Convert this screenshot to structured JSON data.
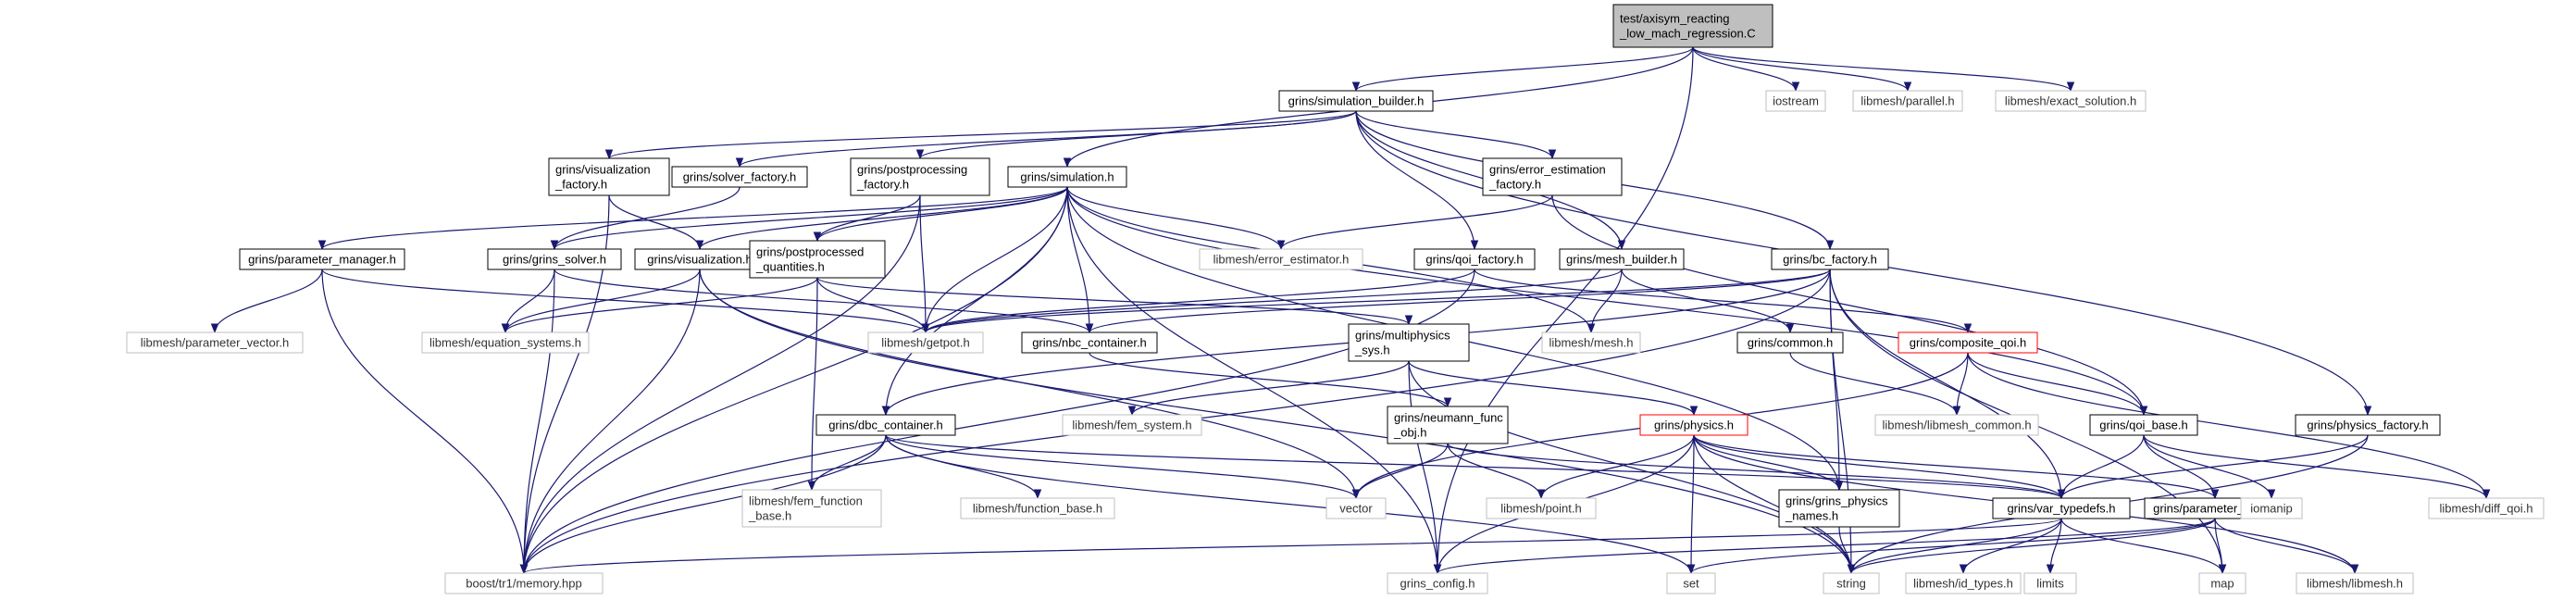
{
  "nodes": [
    {
      "id": "root",
      "lines": [
        "test/axisym_reacting",
        "_low_mach_regression.C"
      ],
      "style": "root"
    },
    {
      "id": "simulation_builder",
      "lines": [
        "grins/simulation_builder.h"
      ],
      "style": "doc"
    },
    {
      "id": "iostream",
      "lines": [
        "iostream"
      ],
      "style": "ext"
    },
    {
      "id": "parallel",
      "lines": [
        "libmesh/parallel.h"
      ],
      "style": "ext"
    },
    {
      "id": "exact_solution",
      "lines": [
        "libmesh/exact_solution.h"
      ],
      "style": "ext"
    },
    {
      "id": "visualization_factory",
      "lines": [
        "grins/visualization",
        "_factory.h"
      ],
      "style": "doc"
    },
    {
      "id": "solver_factory",
      "lines": [
        "grins/solver_factory.h"
      ],
      "style": "doc"
    },
    {
      "id": "postprocessing_factory",
      "lines": [
        "grins/postprocessing",
        "_factory.h"
      ],
      "style": "doc"
    },
    {
      "id": "simulation",
      "lines": [
        "grins/simulation.h"
      ],
      "style": "doc"
    },
    {
      "id": "error_estimation_factory",
      "lines": [
        "grins/error_estimation",
        "_factory.h"
      ],
      "style": "doc"
    },
    {
      "id": "parameter_manager",
      "lines": [
        "grins/parameter_manager.h"
      ],
      "style": "doc"
    },
    {
      "id": "grins_solver",
      "lines": [
        "grins/grins_solver.h"
      ],
      "style": "doc"
    },
    {
      "id": "visualization",
      "lines": [
        "grins/visualization.h"
      ],
      "style": "doc"
    },
    {
      "id": "postprocessed_quantities",
      "lines": [
        "grins/postprocessed",
        "_quantities.h"
      ],
      "style": "doc"
    },
    {
      "id": "error_estimator",
      "lines": [
        "libmesh/error_estimator.h"
      ],
      "style": "ext"
    },
    {
      "id": "qoi_factory",
      "lines": [
        "grins/qoi_factory.h"
      ],
      "style": "doc"
    },
    {
      "id": "mesh_builder",
      "lines": [
        "grins/mesh_builder.h"
      ],
      "style": "doc"
    },
    {
      "id": "bc_factory",
      "lines": [
        "grins/bc_factory.h"
      ],
      "style": "doc"
    },
    {
      "id": "parameter_vector",
      "lines": [
        "libmesh/parameter_vector.h"
      ],
      "style": "ext"
    },
    {
      "id": "equation_systems",
      "lines": [
        "libmesh/equation_systems.h"
      ],
      "style": "ext"
    },
    {
      "id": "getpot",
      "lines": [
        "libmesh/getpot.h"
      ],
      "style": "ext"
    },
    {
      "id": "nbc_container",
      "lines": [
        "grins/nbc_container.h"
      ],
      "style": "doc"
    },
    {
      "id": "multiphysics_sys",
      "lines": [
        "grins/multiphysics",
        "_sys.h"
      ],
      "style": "doc"
    },
    {
      "id": "mesh",
      "lines": [
        "libmesh/mesh.h"
      ],
      "style": "ext"
    },
    {
      "id": "common",
      "lines": [
        "grins/common.h"
      ],
      "style": "doc"
    },
    {
      "id": "composite_qoi",
      "lines": [
        "grins/composite_qoi.h"
      ],
      "style": "red"
    },
    {
      "id": "fem_system",
      "lines": [
        "libmesh/fem_system.h"
      ],
      "style": "ext"
    },
    {
      "id": "neumann_func_obj",
      "lines": [
        "grins/neumann_func",
        "_obj.h"
      ],
      "style": "doc"
    },
    {
      "id": "libmesh_common",
      "lines": [
        "libmesh/libmesh_common.h"
      ],
      "style": "ext"
    },
    {
      "id": "dbc_container",
      "lines": [
        "grins/dbc_container.h"
      ],
      "style": "doc"
    },
    {
      "id": "physics",
      "lines": [
        "grins/physics.h"
      ],
      "style": "red"
    },
    {
      "id": "qoi_base",
      "lines": [
        "grins/qoi_base.h"
      ],
      "style": "doc"
    },
    {
      "id": "physics_factory",
      "lines": [
        "grins/physics_factory.h"
      ],
      "style": "doc"
    },
    {
      "id": "fem_function_base",
      "lines": [
        "libmesh/fem_function",
        "_base.h"
      ],
      "style": "ext"
    },
    {
      "id": "function_base",
      "lines": [
        "libmesh/function_base.h"
      ],
      "style": "ext"
    },
    {
      "id": "vector",
      "lines": [
        "vector"
      ],
      "style": "ext"
    },
    {
      "id": "point",
      "lines": [
        "libmesh/point.h"
      ],
      "style": "ext"
    },
    {
      "id": "grins_physics_names",
      "lines": [
        "grins/grins_physics",
        "_names.h"
      ],
      "style": "doc"
    },
    {
      "id": "var_typedefs",
      "lines": [
        "grins/var_typedefs.h"
      ],
      "style": "doc"
    },
    {
      "id": "parameter_user",
      "lines": [
        "grins/parameter_user.h"
      ],
      "style": "doc"
    },
    {
      "id": "iomanip",
      "lines": [
        "iomanip"
      ],
      "style": "ext"
    },
    {
      "id": "diff_qoi",
      "lines": [
        "libmesh/diff_qoi.h"
      ],
      "style": "ext"
    },
    {
      "id": "tr1_memory",
      "lines": [
        "boost/tr1/memory.hpp"
      ],
      "style": "ext"
    },
    {
      "id": "grins_config",
      "lines": [
        "grins_config.h"
      ],
      "style": "ext"
    },
    {
      "id": "set",
      "lines": [
        "set"
      ],
      "style": "ext"
    },
    {
      "id": "string",
      "lines": [
        "string"
      ],
      "style": "ext"
    },
    {
      "id": "id_types",
      "lines": [
        "libmesh/id_types.h"
      ],
      "style": "ext"
    },
    {
      "id": "limits",
      "lines": [
        "limits"
      ],
      "style": "ext"
    },
    {
      "id": "map",
      "lines": [
        "map"
      ],
      "style": "ext"
    },
    {
      "id": "libmesh",
      "lines": [
        "libmesh/libmesh.h"
      ],
      "style": "ext"
    }
  ],
  "edges": [
    [
      "root",
      "simulation_builder"
    ],
    [
      "root",
      "iostream"
    ],
    [
      "root",
      "parallel"
    ],
    [
      "root",
      "exact_solution"
    ],
    [
      "root",
      "simulation"
    ],
    [
      "root",
      "grins_config"
    ],
    [
      "simulation_builder",
      "visualization_factory"
    ],
    [
      "simulation_builder",
      "solver_factory"
    ],
    [
      "simulation_builder",
      "postprocessing_factory"
    ],
    [
      "simulation_builder",
      "error_estimation_factory"
    ],
    [
      "simulation_builder",
      "qoi_factory"
    ],
    [
      "simulation_builder",
      "mesh_builder"
    ],
    [
      "simulation_builder",
      "bc_factory"
    ],
    [
      "simulation_builder",
      "physics_factory"
    ],
    [
      "visualization_factory",
      "visualization"
    ],
    [
      "visualization_factory",
      "tr1_memory"
    ],
    [
      "solver_factory",
      "grins_solver"
    ],
    [
      "postprocessing_factory",
      "postprocessed_quantities"
    ],
    [
      "postprocessing_factory",
      "getpot"
    ],
    [
      "postprocessing_factory",
      "tr1_memory"
    ],
    [
      "simulation",
      "parameter_manager"
    ],
    [
      "simulation",
      "grins_solver"
    ],
    [
      "simulation",
      "visualization"
    ],
    [
      "simulation",
      "postprocessed_quantities"
    ],
    [
      "simulation",
      "error_estimator"
    ],
    [
      "simulation",
      "getpot"
    ],
    [
      "simulation",
      "nbc_container"
    ],
    [
      "simulation",
      "dbc_container"
    ],
    [
      "simulation",
      "mesh"
    ],
    [
      "simulation",
      "qoi_base"
    ],
    [
      "simulation",
      "grins_physics_names"
    ],
    [
      "simulation",
      "tr1_memory"
    ],
    [
      "simulation",
      "grins_config"
    ],
    [
      "error_estimation_factory",
      "error_estimator"
    ],
    [
      "error_estimation_factory",
      "qoi_base"
    ],
    [
      "parameter_manager",
      "parameter_vector"
    ],
    [
      "parameter_manager",
      "getpot"
    ],
    [
      "parameter_manager",
      "tr1_memory"
    ],
    [
      "grins_solver",
      "equation_systems"
    ],
    [
      "grins_solver",
      "nbc_container"
    ],
    [
      "grins_solver",
      "tr1_memory"
    ],
    [
      "visualization",
      "equation_systems"
    ],
    [
      "visualization",
      "tr1_memory"
    ],
    [
      "visualization",
      "vector"
    ],
    [
      "visualization",
      "string"
    ],
    [
      "postprocessed_quantities",
      "getpot"
    ],
    [
      "postprocessed_quantities",
      "equation_systems"
    ],
    [
      "postprocessed_quantities",
      "multiphysics_sys"
    ],
    [
      "postprocessed_quantities",
      "fem_function_base"
    ],
    [
      "qoi_factory",
      "getpot"
    ],
    [
      "qoi_factory",
      "composite_qoi"
    ],
    [
      "qoi_factory",
      "tr1_memory"
    ],
    [
      "mesh_builder",
      "getpot"
    ],
    [
      "mesh_builder",
      "mesh"
    ],
    [
      "mesh_builder",
      "common"
    ],
    [
      "bc_factory",
      "getpot"
    ],
    [
      "bc_factory",
      "nbc_container"
    ],
    [
      "bc_factory",
      "dbc_container"
    ],
    [
      "bc_factory",
      "grins_physics_names"
    ],
    [
      "bc_factory",
      "var_typedefs"
    ],
    [
      "bc_factory",
      "map"
    ],
    [
      "bc_factory",
      "string"
    ],
    [
      "bc_factory",
      "tr1_memory"
    ],
    [
      "nbc_container",
      "neumann_func_obj"
    ],
    [
      "multiphysics_sys",
      "fem_system"
    ],
    [
      "multiphysics_sys",
      "physics"
    ],
    [
      "multiphysics_sys",
      "grins_config"
    ],
    [
      "multiphysics_sys",
      "string"
    ],
    [
      "common",
      "libmesh_common"
    ],
    [
      "composite_qoi",
      "libmesh_common"
    ],
    [
      "composite_qoi",
      "qoi_base"
    ],
    [
      "composite_qoi",
      "diff_qoi"
    ],
    [
      "composite_qoi",
      "vector"
    ],
    [
      "neumann_func_obj",
      "vector"
    ],
    [
      "neumann_func_obj",
      "point"
    ],
    [
      "neumann_func_obj",
      "var_typedefs"
    ],
    [
      "dbc_container",
      "fem_function_base"
    ],
    [
      "dbc_container",
      "function_base"
    ],
    [
      "dbc_container",
      "vector"
    ],
    [
      "dbc_container",
      "set"
    ],
    [
      "dbc_container",
      "var_typedefs"
    ],
    [
      "dbc_container",
      "tr1_memory"
    ],
    [
      "physics",
      "grins_physics_names"
    ],
    [
      "physics",
      "var_typedefs"
    ],
    [
      "physics",
      "parameter_user"
    ],
    [
      "physics",
      "point"
    ],
    [
      "physics",
      "libmesh"
    ],
    [
      "physics",
      "grins_config"
    ],
    [
      "physics",
      "set"
    ],
    [
      "physics",
      "string"
    ],
    [
      "qoi_base",
      "var_typedefs"
    ],
    [
      "qoi_base",
      "parameter_user"
    ],
    [
      "qoi_base",
      "iomanip"
    ],
    [
      "qoi_base",
      "diff_qoi"
    ],
    [
      "physics_factory",
      "var_typedefs"
    ],
    [
      "physics_factory",
      "string"
    ],
    [
      "grins_physics_names",
      "string"
    ],
    [
      "var_typedefs",
      "id_types"
    ],
    [
      "var_typedefs",
      "limits"
    ],
    [
      "var_typedefs",
      "map"
    ],
    [
      "var_typedefs",
      "string"
    ],
    [
      "var_typedefs",
      "tr1_memory"
    ],
    [
      "parameter_user",
      "libmesh"
    ],
    [
      "parameter_user",
      "map"
    ],
    [
      "parameter_user",
      "set"
    ],
    [
      "parameter_user",
      "string"
    ],
    [
      "parameter_user",
      "grins_config"
    ]
  ],
  "colors": {
    "edge": "#191970",
    "doc_border": "#000000",
    "ext_border": "#bfbfbf",
    "red_border": "#ff0000",
    "root_fill": "#bfbfbf",
    "text": "#000000",
    "ext_text": "#000000"
  }
}
